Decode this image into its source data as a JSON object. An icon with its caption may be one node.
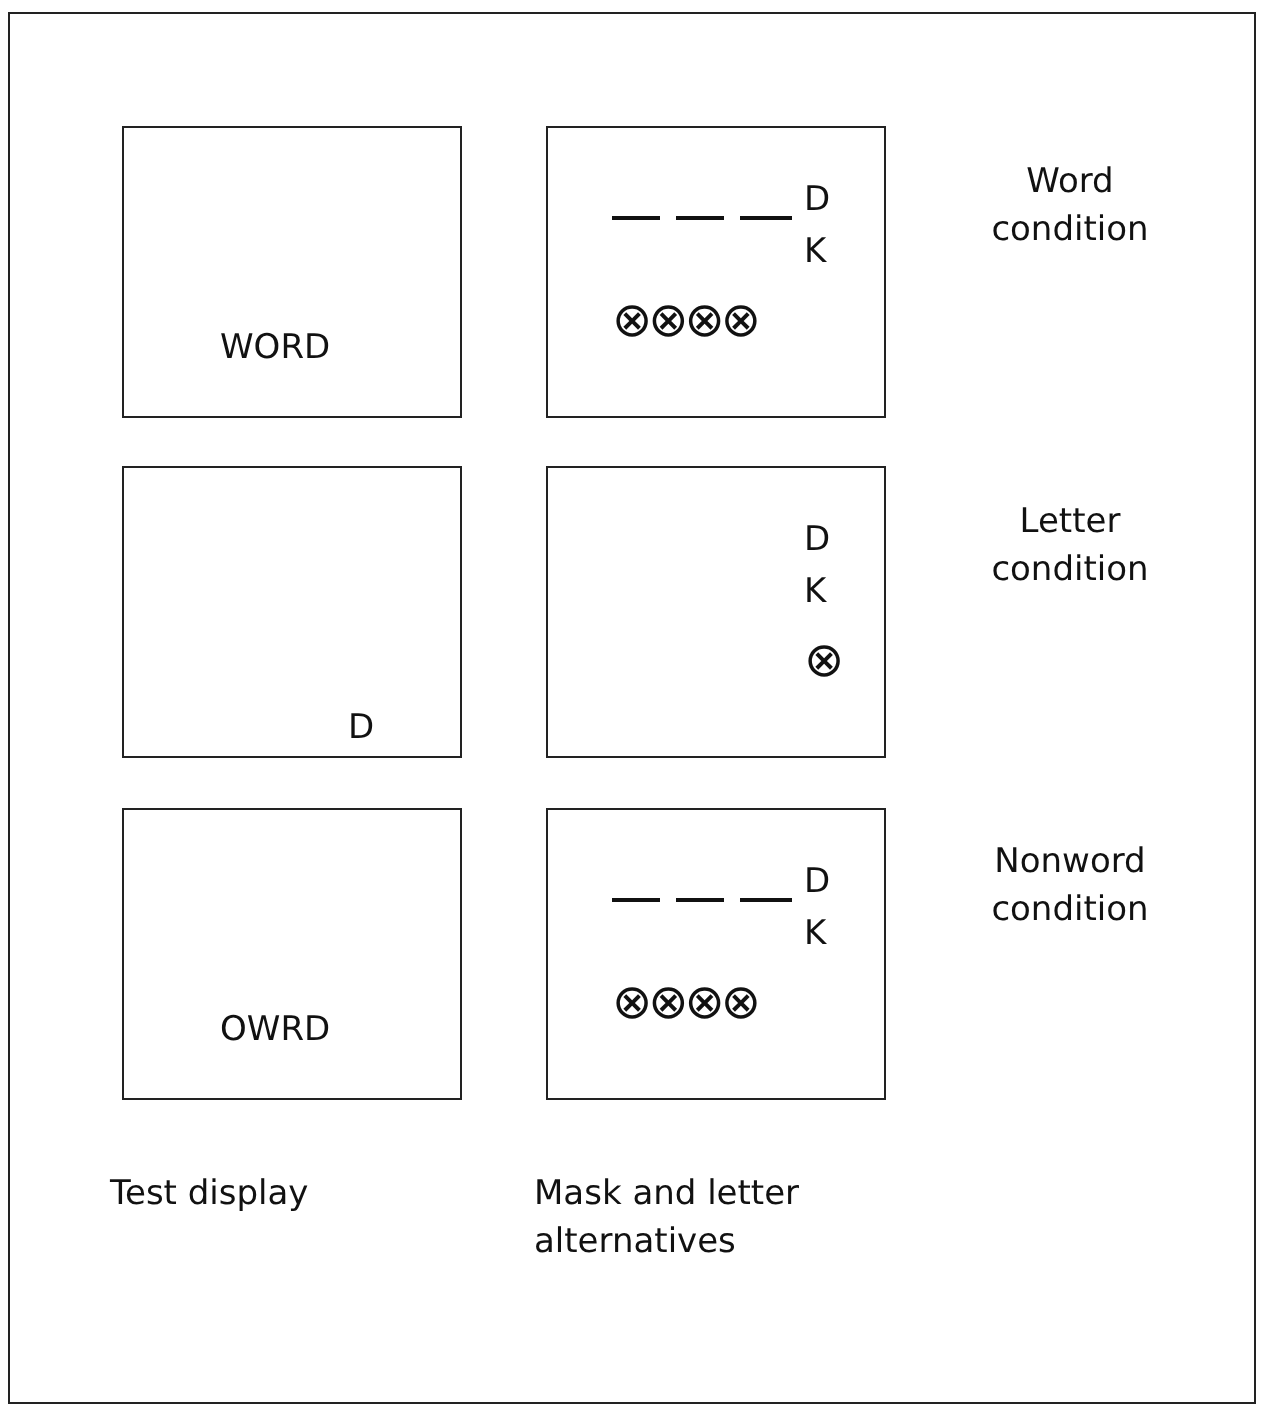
{
  "diagram": {
    "nodes": [
      {
        "text": [
          "WORD"
        ]
      },
      {
        "text": [
          "D",
          "K",
          "⊗⊗⊗⊗"
        ]
      },
      {
        "text": [
          "D"
        ]
      },
      {
        "text": [
          "D",
          "K",
          "⊗"
        ]
      },
      {
        "text": [
          "OWRD"
        ]
      },
      {
        "text": [
          "D",
          "K",
          "⊗⊗⊗⊗"
        ]
      }
    ],
    "labels": [
      "Word condition",
      "Letter condition",
      "Nonword condition",
      "Test display",
      "Mask and letter alternatives"
    ]
  }
}
